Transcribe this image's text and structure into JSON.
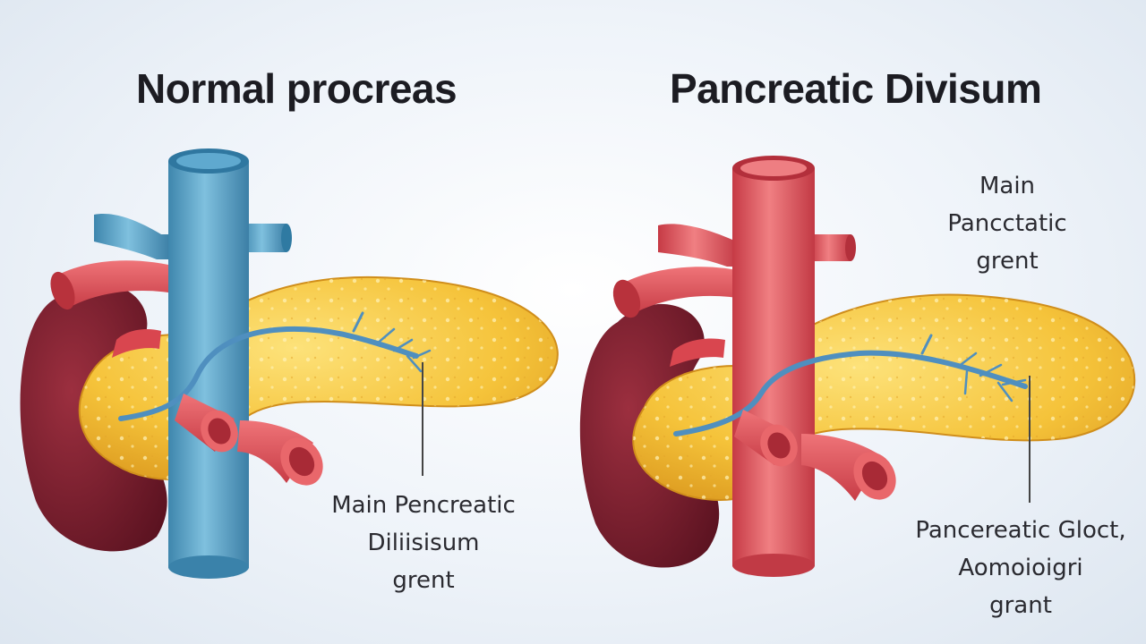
{
  "titles": {
    "left": "Normal procreas",
    "right": "Pancreatic Divisum"
  },
  "labels": {
    "left_bottom": [
      "Main Pencreatic",
      "Diliisisum",
      "grent"
    ],
    "right_top": [
      "Main",
      "Pancctatic",
      "grent"
    ],
    "right_bottom": [
      "Pancereatic Gloct,",
      "Aomoioigri",
      "grant"
    ]
  },
  "colors": {
    "vein_blue": "#5aa6c9",
    "artery_red": "#e2595f",
    "pancreas_yellow": "#f5c33a",
    "kidney": "#7a1d2c",
    "duct_blue": "#4f8fbf",
    "leader_line": "#444444",
    "title_text": "#1c1c22"
  }
}
